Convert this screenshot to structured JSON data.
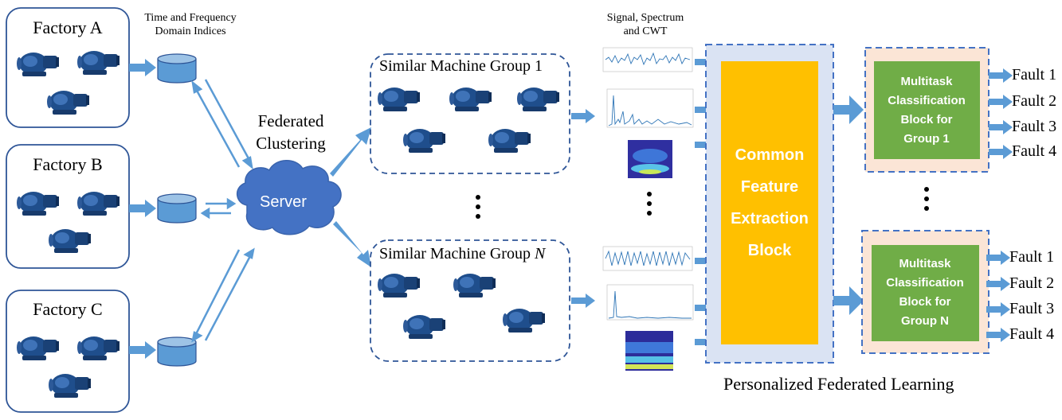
{
  "factories": [
    {
      "name": "Factory A"
    },
    {
      "name": "Factory B"
    },
    {
      "name": "Factory C"
    }
  ],
  "indices_caption": [
    "Time and Frequency",
    "Domain Indices"
  ],
  "federated_clustering": [
    "Federated",
    "Clustering"
  ],
  "server_label": "Server",
  "groups": [
    {
      "label": "Similar Machine Group 1"
    },
    {
      "label": "Similar Machine Group ",
      "label_italic": "N"
    }
  ],
  "signals_caption": [
    "Signal, Spectrum",
    "and CWT"
  ],
  "common_block": [
    "Common",
    "Feature",
    "Extraction",
    "Block"
  ],
  "multitask_blocks": [
    [
      "Multitask",
      "Classification",
      "Block for",
      "Group 1"
    ],
    [
      "Multitask",
      "Classification",
      "Block for",
      "Group N"
    ]
  ],
  "faults": [
    "Fault 1",
    "Fault 2",
    "Fault 3",
    "Fault 4"
  ],
  "footer": "Personalized Federated Learning",
  "colors": {
    "arrow": "#5b9bd5",
    "dashed_border": "#2e5597",
    "pump": "#1f4e8c",
    "database": "#5b9bd5",
    "server_cloud": "#4472c4",
    "common_block": "#ffc000",
    "common_bg": "#dae3f3",
    "multitask_block": "#70ad47",
    "multitask_bg": "#fbe5d6"
  }
}
